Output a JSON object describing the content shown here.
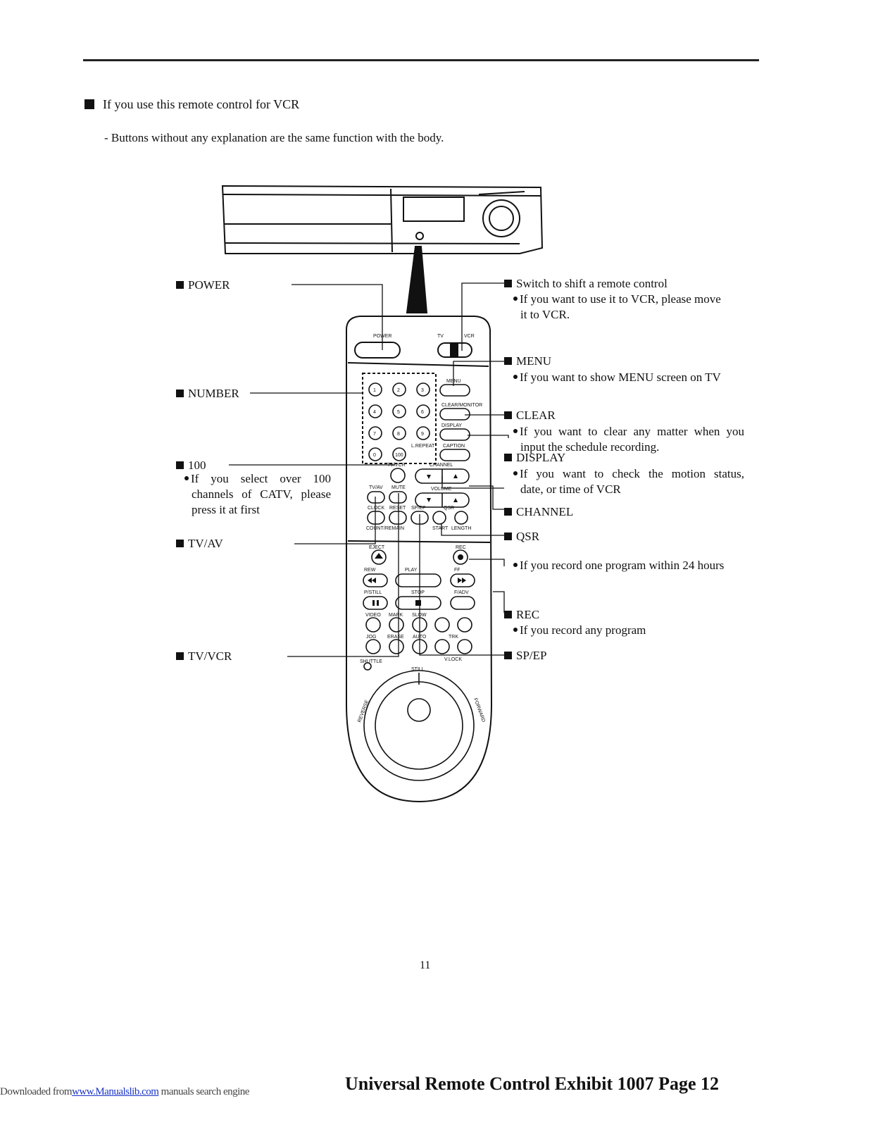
{
  "heading": "If you use this remote control for VCR",
  "subnote": "- Buttons without any explanation are the same function with the body.",
  "callouts": {
    "power": "POWER",
    "number": "NUMBER",
    "hundred": {
      "title": "100",
      "desc": [
        "If you select over 100",
        "channels of CATV, please",
        "press it at first"
      ]
    },
    "tvav": "TV/AV",
    "tvvcr": "TV/VCR",
    "switch": {
      "title": "Switch to shift a remote control",
      "desc": [
        "If you want to use it to VCR, please move",
        "it to VCR."
      ]
    },
    "menu": {
      "title": "MENU",
      "desc": "If you want to show MENU screen on TV"
    },
    "clear": {
      "title": "CLEAR",
      "desc": [
        "If you want to clear any matter when you",
        "input the schedule recording."
      ]
    },
    "display": {
      "title": "DISPLAY",
      "desc": [
        "If you want to check the motion status,",
        "date, or time of VCR"
      ]
    },
    "channel": "CHANNEL",
    "qsr": {
      "title": "QSR",
      "desc": "If you record one program within 24 hours"
    },
    "rec": {
      "title": "REC",
      "desc": "If you record any program"
    },
    "spep": "SP/EP"
  },
  "remote_labels": {
    "power": "POWER",
    "tv": "TV",
    "vcr": "VCR",
    "menu": "MENU",
    "clear_monitor": "CLEAR/MONITOR",
    "display": "DISPLAY",
    "caption": "CAPTION",
    "l_repeat": "L.REPEAT",
    "tv_vcr": "TV/VCR",
    "channel": "CHANNEL",
    "tv_av": "TV/AV",
    "mute": "MUTE",
    "volume": "VOLUME",
    "clock": "CLOCK",
    "reset": "RESET",
    "sp_ep": "SP/EP",
    "qsr": "QSR",
    "count_remain": "COUNT/REMAIN",
    "start": "START",
    "length": "LENGTH",
    "eject": "EJECT",
    "rec": "REC",
    "rew": "REW",
    "play": "PLAY",
    "ff": "FF",
    "p_still": "P/STILL",
    "stop": "STOP",
    "f_adv": "F/ADV",
    "video": "VIDEO",
    "mark": "MARK",
    "slow": "SLOW",
    "jog": "JOG",
    "erase": "ERASE",
    "auto": "AUTO",
    "trk": "TRK",
    "shuttle": "SHUTTLE",
    "v_lock": "V.LOCK",
    "still": "STILL",
    "reverse": "REVERSE",
    "forward": "FORWARD",
    "keys": [
      "1",
      "2",
      "3",
      "4",
      "5",
      "6",
      "7",
      "8",
      "9",
      "0",
      "100"
    ]
  },
  "page_number": "11",
  "footer": {
    "downloaded_from": "Downloaded from",
    "site": "www.Manualslib.com",
    "tagline": "manuals search engine",
    "exhibit": "Universal Remote Control  Exhibit 1007  Page 12"
  }
}
